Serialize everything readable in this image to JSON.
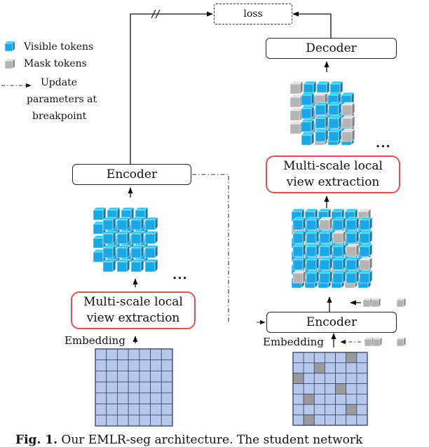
{
  "legend": {
    "visible_label": "Visible tokens",
    "mask_label": "Mask tokens",
    "update_line1": "Update",
    "update_line2": "parameters at",
    "update_line3": "breakpoint"
  },
  "loss": {
    "label": "loss"
  },
  "left_branch": {
    "encoder_label": "Encoder",
    "extraction_line1": "Multi-scale local",
    "extraction_line2": "view extraction",
    "embedding_label": "Embedding",
    "ellipsis": "..."
  },
  "right_branch": {
    "decoder_label": "Decoder",
    "extraction_line1": "Multi-scale local",
    "extraction_line2": "view extraction",
    "encoder_label": "Encoder",
    "embedding_label": "Embedding",
    "ellipsis": "..."
  },
  "caption": {
    "label": "Fig. 1.",
    "text": "Our EMLR-seg architecture. The student network"
  },
  "colors": {
    "visible": "#1aa7e6",
    "mask": "#b4b4b4",
    "grid_fill": "#b8c8ec",
    "grid_line": "#3a4770",
    "grid_mask": "#9a9a9a",
    "highlight": "#e05252"
  }
}
